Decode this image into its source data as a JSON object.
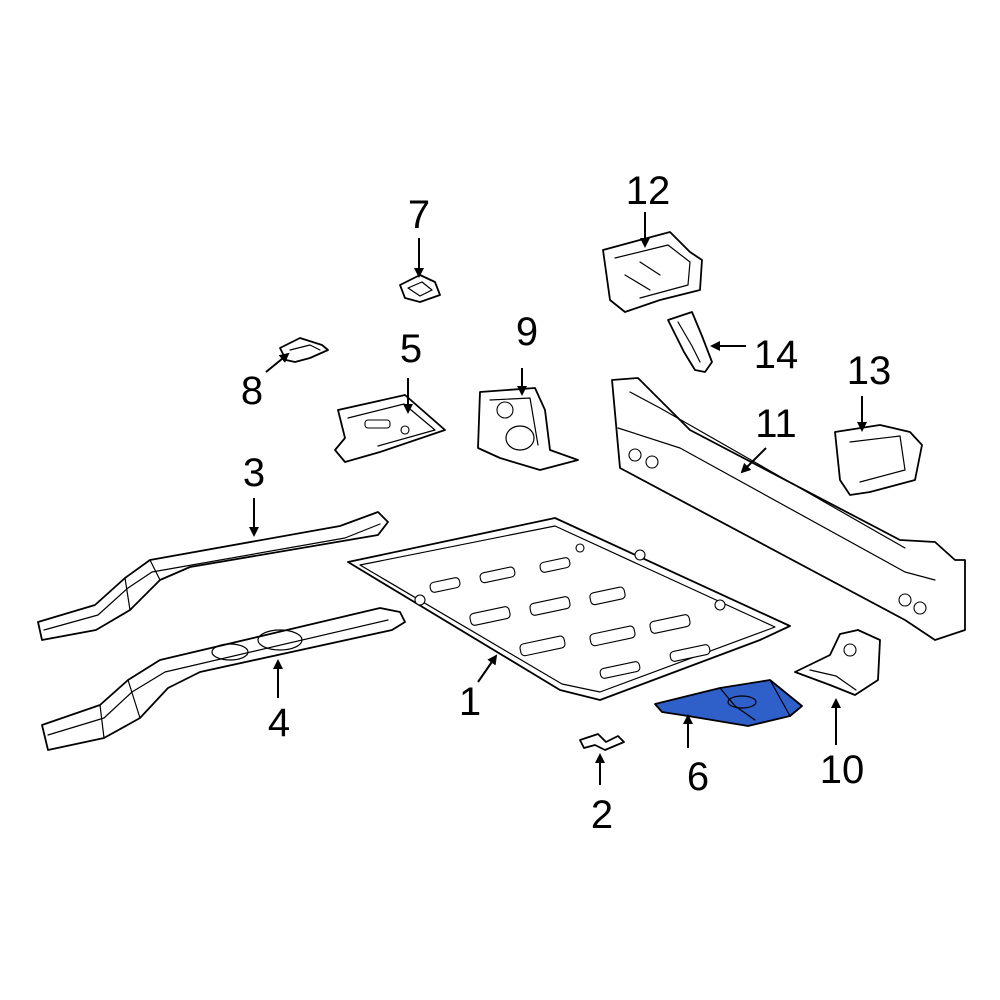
{
  "diagram": {
    "highlight_color": "#2f5fc9",
    "line_color": "#000000",
    "background_color": "#ffffff",
    "callouts": [
      {
        "id": "1",
        "label": "1"
      },
      {
        "id": "2",
        "label": "2"
      },
      {
        "id": "3",
        "label": "3"
      },
      {
        "id": "4",
        "label": "4"
      },
      {
        "id": "5",
        "label": "5"
      },
      {
        "id": "6",
        "label": "6"
      },
      {
        "id": "7",
        "label": "7"
      },
      {
        "id": "8",
        "label": "8"
      },
      {
        "id": "9",
        "label": "9"
      },
      {
        "id": "10",
        "label": "10"
      },
      {
        "id": "11",
        "label": "11"
      },
      {
        "id": "12",
        "label": "12"
      },
      {
        "id": "13",
        "label": "13"
      },
      {
        "id": "14",
        "label": "14"
      }
    ],
    "highlighted_part": "6"
  }
}
